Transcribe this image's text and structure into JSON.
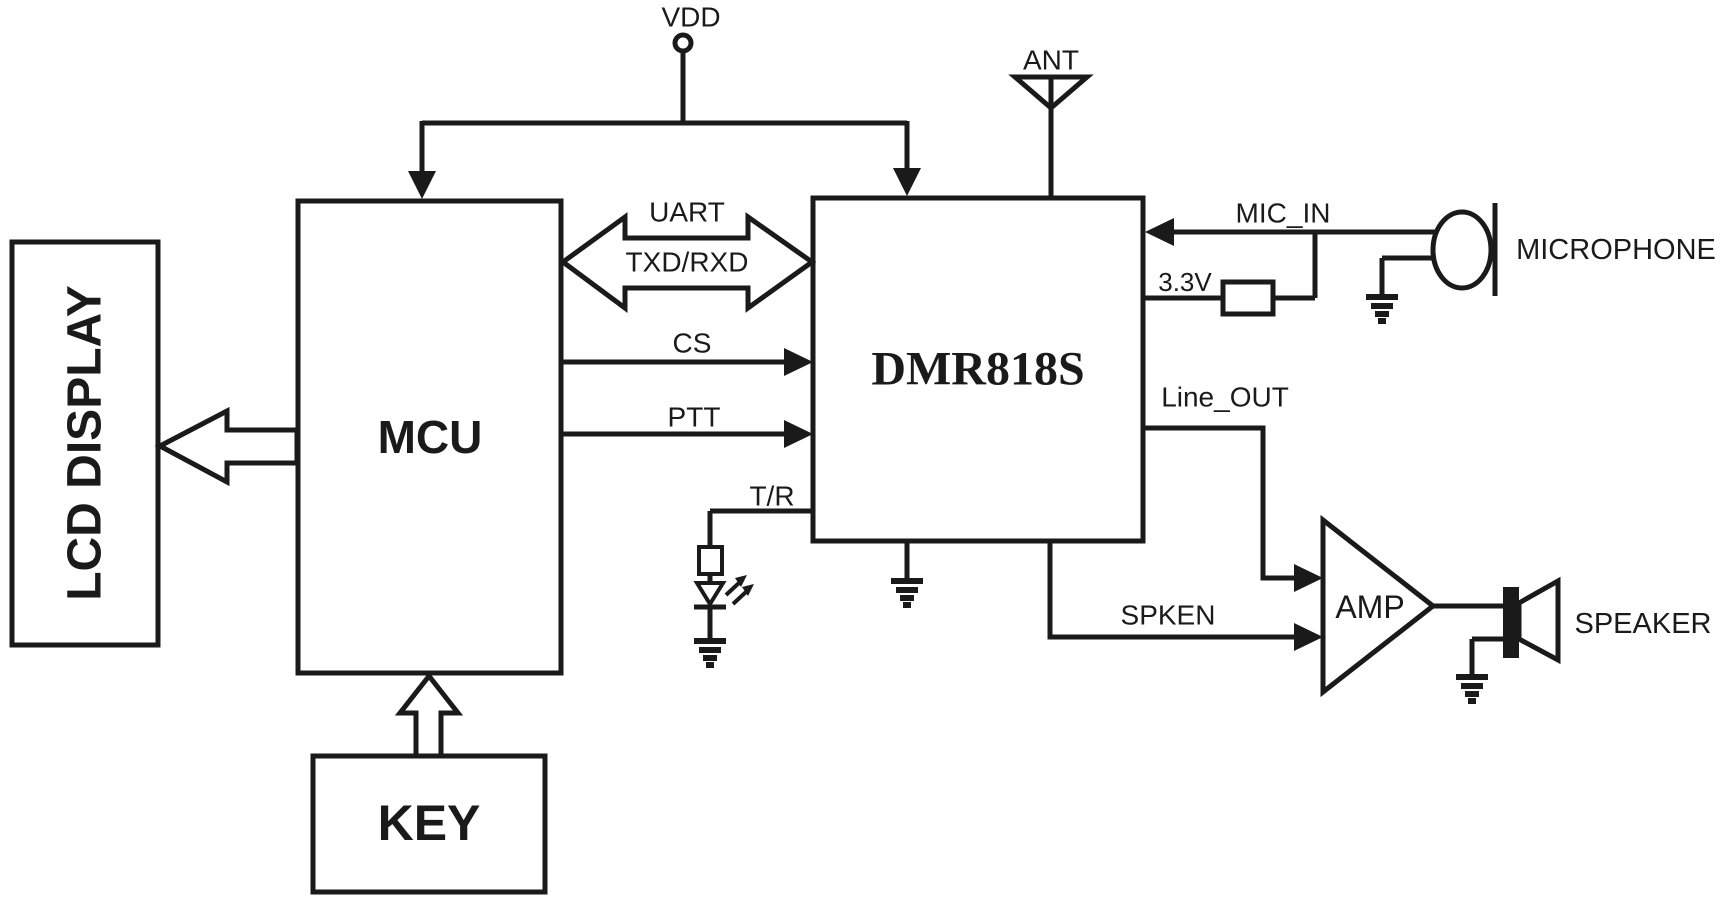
{
  "colors": {
    "background": "#ffffff",
    "line": "#1a1a1a"
  },
  "blocks": {
    "lcd": {
      "label": "LCD DISPLAY"
    },
    "mcu": {
      "label": "MCU"
    },
    "key": {
      "label": "KEY"
    },
    "dmr": {
      "label": "DMR818S"
    },
    "amp": {
      "label": "AMP"
    }
  },
  "labels": {
    "vdd": "VDD",
    "ant": "ANT",
    "uart": "UART",
    "txd_rxd": "TXD/RXD",
    "cs": "CS",
    "ptt": "PTT",
    "tr": "T/R",
    "mic_in": "MIC_IN",
    "v33": "3.3V",
    "microphone": "MICROPHONE",
    "line_out": "Line_OUT",
    "spken": "SPKEN",
    "speaker": "SPEAKER"
  }
}
